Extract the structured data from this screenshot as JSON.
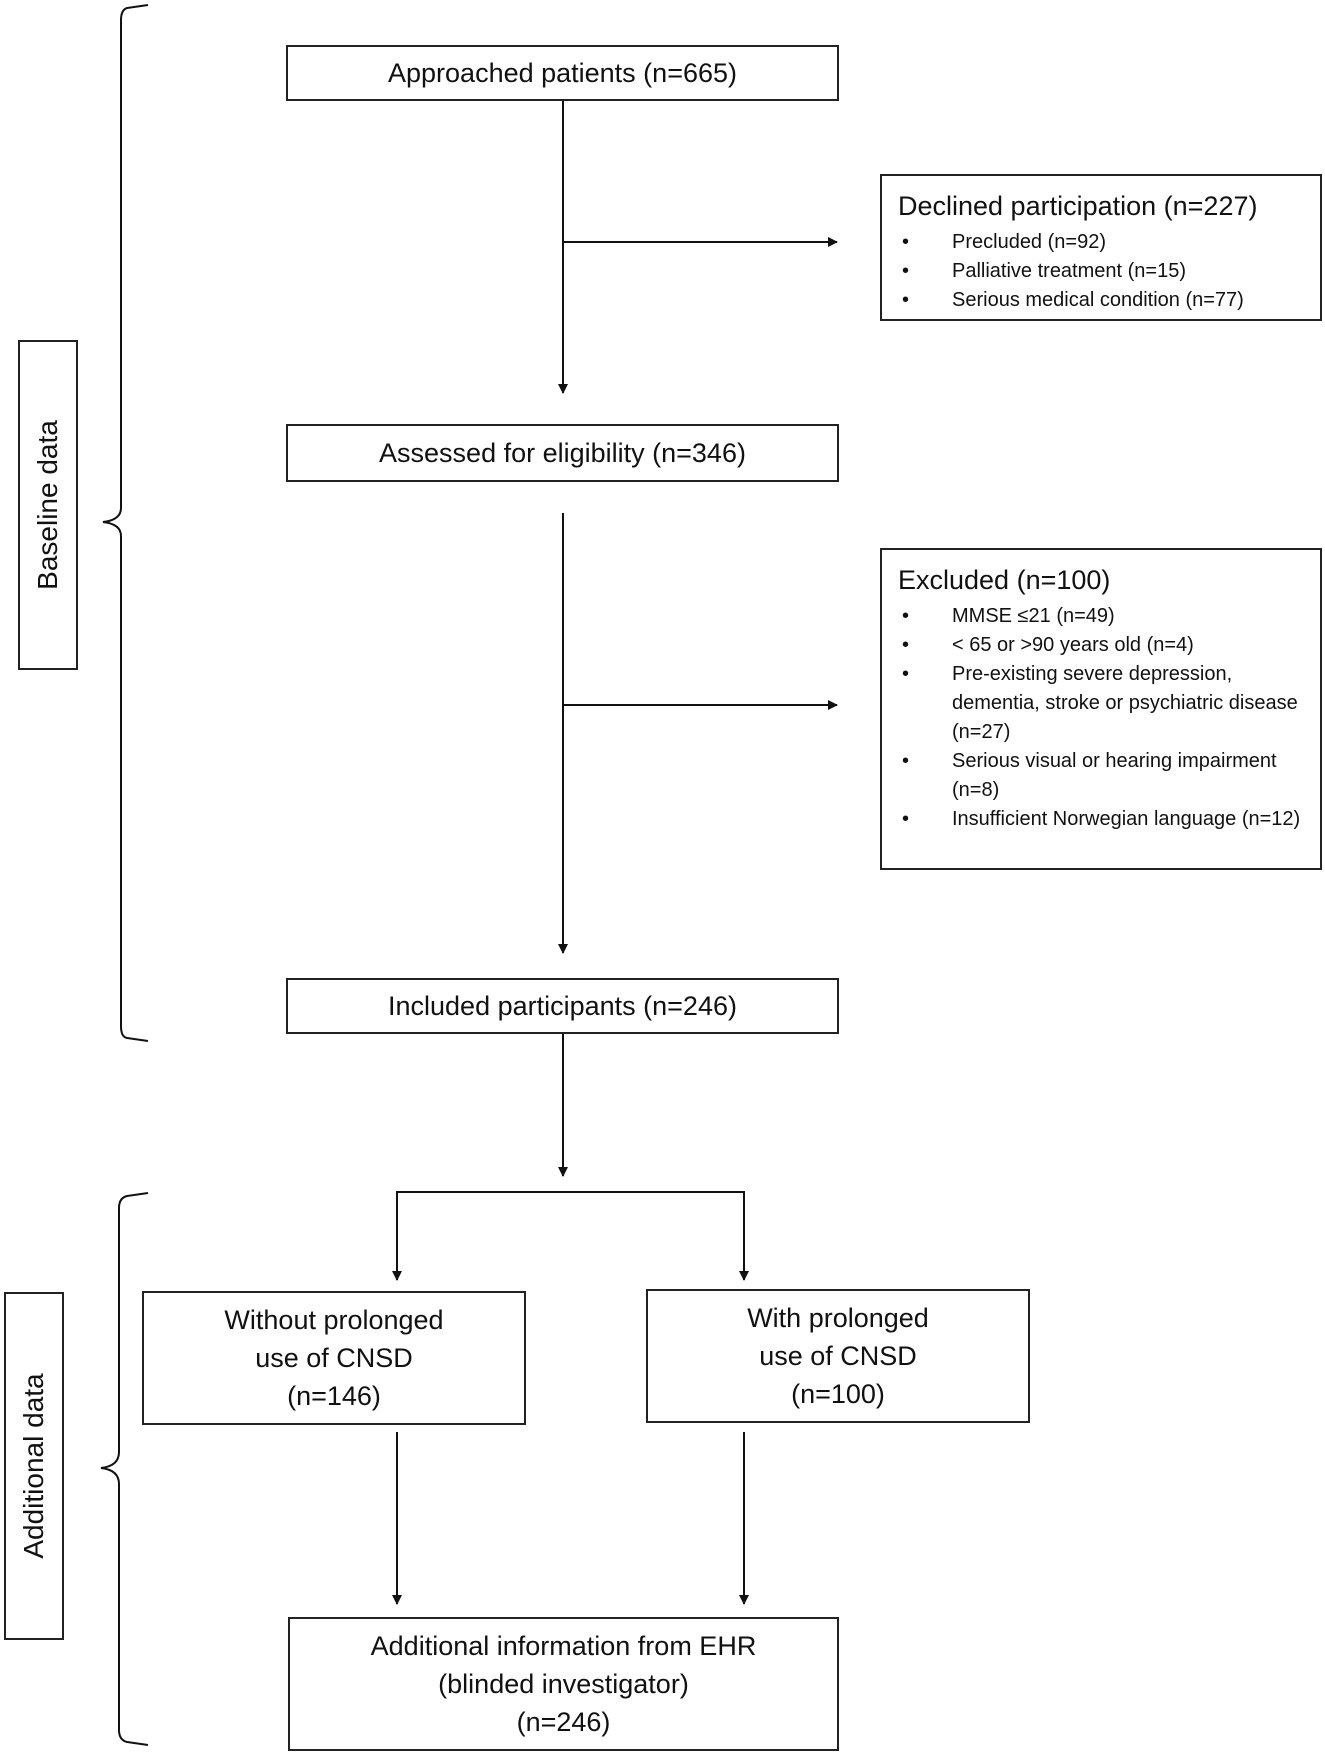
{
  "approached": "Approached patients (n=665)",
  "declined": {
    "title": "Declined participation (n=227)",
    "items": [
      "Precluded (n=92)",
      "Palliative treatment (n=15)",
      "Serious medical condition (n=77)"
    ]
  },
  "assessed": "Assessed for eligibility (n=346)",
  "excluded": {
    "title": "Excluded (n=100)",
    "items": [
      "MMSE ≤21 (n=49)",
      "< 65 or >90 years old (n=4)",
      "Pre-existing severe depression, dementia, stroke or psychiatric disease (n=27)",
      "Serious visual or hearing impairment (n=8)",
      "Insufficient Norwegian language (n=12)"
    ]
  },
  "included": "Included participants (n=246)",
  "without": {
    "line1": "Without prolonged",
    "line2": "use of CNSD",
    "line3": "(n=146)"
  },
  "with": {
    "line1": "With prolonged",
    "line2": "use of CNSD",
    "line3": "(n=100)"
  },
  "ehr": {
    "line1": "Additional information from EHR",
    "line2": "(blinded investigator)",
    "line3": "(n=246)"
  },
  "labels": {
    "baseline": "Baseline data",
    "additional": "Additional data"
  },
  "bullet_char": "•"
}
